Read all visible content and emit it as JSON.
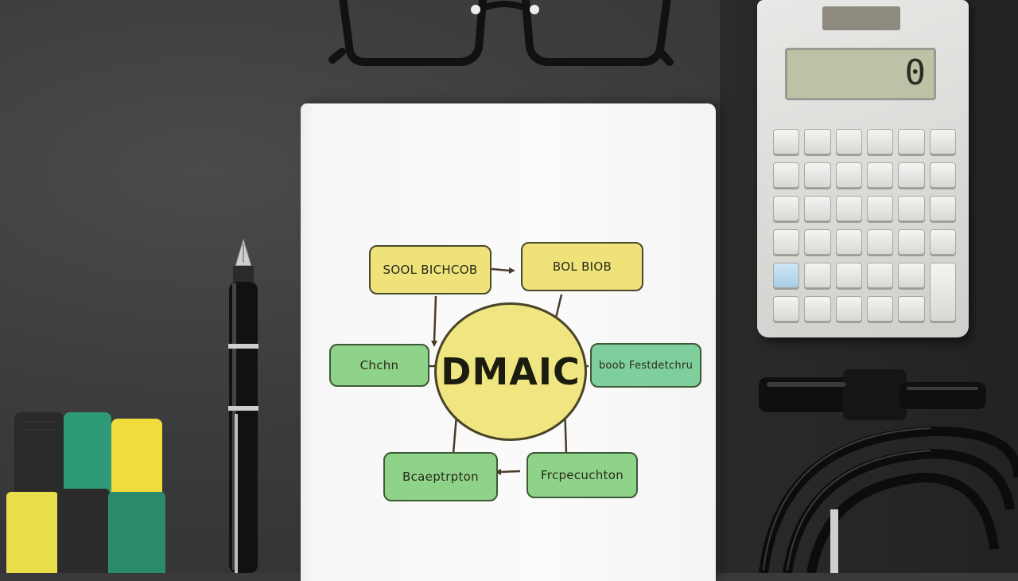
{
  "diagram": {
    "center": "DMAIC",
    "nodes": {
      "top_left": "SOOL BICHCOB",
      "top_right": "BOL    BIOB",
      "left": "Chchn",
      "right": "boob Festdetchru",
      "bottom_left": "Bcaeptrpton",
      "bottom_right": "Frcpecuchton"
    }
  },
  "calculator": {
    "display": "0"
  },
  "colors": {
    "yellow_box": "#efe27a",
    "green_box": "#8fd38a",
    "teal_box": "#7fcf9c",
    "background": "#3a3a3c"
  }
}
